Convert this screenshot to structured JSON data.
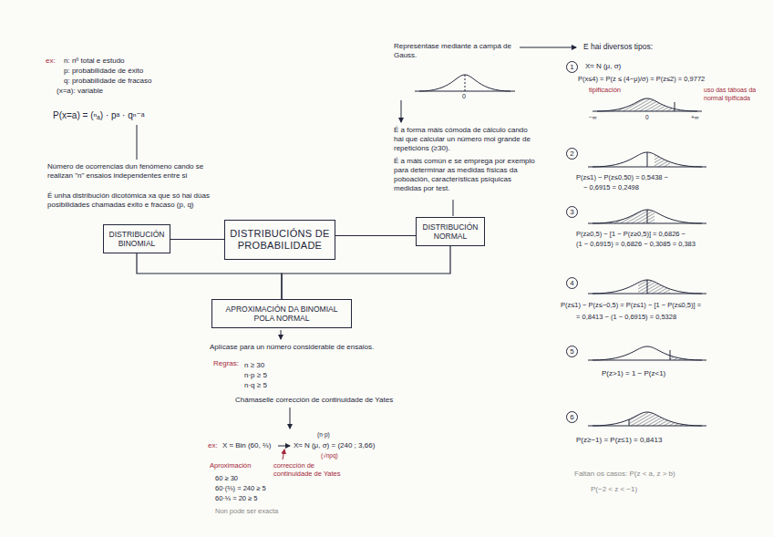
{
  "diagram": {
    "nodes": [
      {
        "text": [
          "DISTRIBUCIÓN BINOMIAL"
        ]
      },
      {
        "text": [
          "DISTRIBUCIÓNS DE PROBABILIDADE"
        ]
      },
      {
        "text": [
          "DISTRIBUCIÓN NORMAL"
        ]
      },
      {
        "text": [
          "APROXIMACIÓN DA BINOMIAL POLA NORMAL"
        ]
      },
      {
        "text": [
          "1"
        ]
      },
      {
        "text": [
          "2"
        ]
      },
      {
        "text": [
          "3"
        ]
      },
      {
        "text": [
          "4"
        ]
      },
      {
        "text": [
          "5"
        ]
      },
      {
        "text": [
          "6"
        ]
      }
    ],
    "edges": [
      {
        "from": 1,
        "to": 0,
        "arrow": "none"
      },
      {
        "from": 1,
        "to": 2,
        "arrow": "none"
      },
      {
        "from": 0,
        "to": 3,
        "arrow": "none"
      },
      {
        "from": 2,
        "to": 3,
        "arrow": "none"
      }
    ],
    "labels": [
      "ex:",
      "n: nº total e estudo",
      "p: probabilidade de éxito",
      "q: probabilidade de fracaso",
      "(x=a): variable",
      "P(x=a) = (ⁿₐ) · pᵃ · qⁿ⁻ᵃ",
      "Número de ocorrencias dun fenómeno cando se realizan \"n\" ensaios independentes entre si",
      "É unha distribución dicotómica xa que só hai dúas posibilidades chamadas éxito e fracaso (p, q)",
      "Represéntase mediante a campá de Gauss.",
      "0",
      "É a forma máis cómoda de cálculo cando hai que calcular un número moi grande de repeticións (≥30).",
      "É a máis común e se emprega por exemplo para determinar as medidas físicas da poboación, características psíquicas medidas por test.",
      "E hai diversos tipos:",
      "Aplícase para un número considerable de ensaios.",
      "Regras:",
      "n ≥ 30",
      "n·p ≥ 5",
      "n·q ≥ 5",
      "Chámaselle corrección de continuidade de Yates",
      "ex:",
      "X ≈ Bin (60, ⅔)",
      "X≈ N (μ, σ) = (240 ; 3,66)",
      "(n·p)",
      "(√npq)",
      "corrección de continuidade de Yates",
      "Aproximación",
      "60 ≥ 30",
      "60·(⅔) = 240 ≥ 5",
      "60·⅓ = 20 ≥ 5",
      "Non pode ser exacta",
      "X≈ N (μ, σ)",
      "P(x≤4) = P(z ≤ (4−μ)/σ) = P(z≤2) = 0,9772",
      "tipificación",
      "uso das táboas da normal tipificada",
      "P(z≤1) − P(z≤0,50) = 0,5438 −",
      "− 0,6915 = 0,2498",
      "P(z≥0,5) − [1 − P(z≥0,5)] = 0,6826 −",
      "(1 − 0,6915) = 0,6826 − 0,3085 = 0,383",
      "P(z≤1) − P(z≤−0,5) = P(z≤1) − [1 − P(z≤0,5)] =",
      "= 0,8413 − (1 − 0,6915) = 0,5328",
      "P(z>1) = 1 − P(z<1)",
      "P(z≥−1) = P(z≤1) = 0,8413",
      "Faltan os casos: P(z < a, z > b)",
      "P(−2 < z < −1)",
      "−∞",
      "0",
      "+∞"
    ]
  }
}
